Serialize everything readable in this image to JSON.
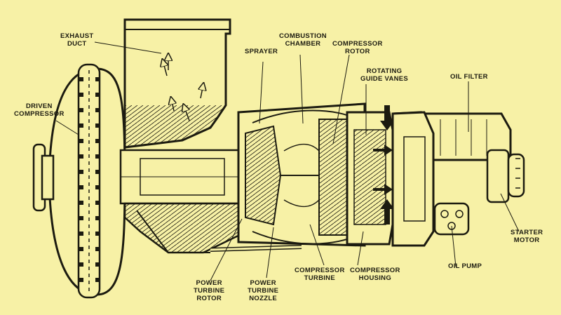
{
  "labels": {
    "exhaust_duct": [
      "EXHAUST",
      "DUCT"
    ],
    "driven_compressor": [
      "DRIVEN",
      "COMPRESSOR"
    ],
    "sprayer": [
      "SPRAYER"
    ],
    "combustion_chamber": [
      "COMBUSTION",
      "CHAMBER"
    ],
    "compressor_rotor": [
      "COMPRESSOR",
      "ROTOR"
    ],
    "rotating_guide_vanes": [
      "ROTATING",
      "GUIDE VANES"
    ],
    "oil_filter": [
      "OIL FILTER"
    ],
    "starter_motor": [
      "STARTER",
      "MOTOR"
    ],
    "oil_pump": [
      "OIL PUMP"
    ],
    "compressor_housing": [
      "COMPRESSOR",
      "HOUSING"
    ],
    "compressor_turbine": [
      "COMPRESSOR",
      "TURBINE"
    ],
    "power_turbine_nozzle": [
      "POWER",
      "TURBINE",
      "NOZZLE"
    ],
    "power_turbine_rotor": [
      "POWER",
      "TURBINE",
      "ROTOR"
    ]
  },
  "colors": {
    "paper": "#f7f1a6",
    "ink": "#1c1b10"
  }
}
